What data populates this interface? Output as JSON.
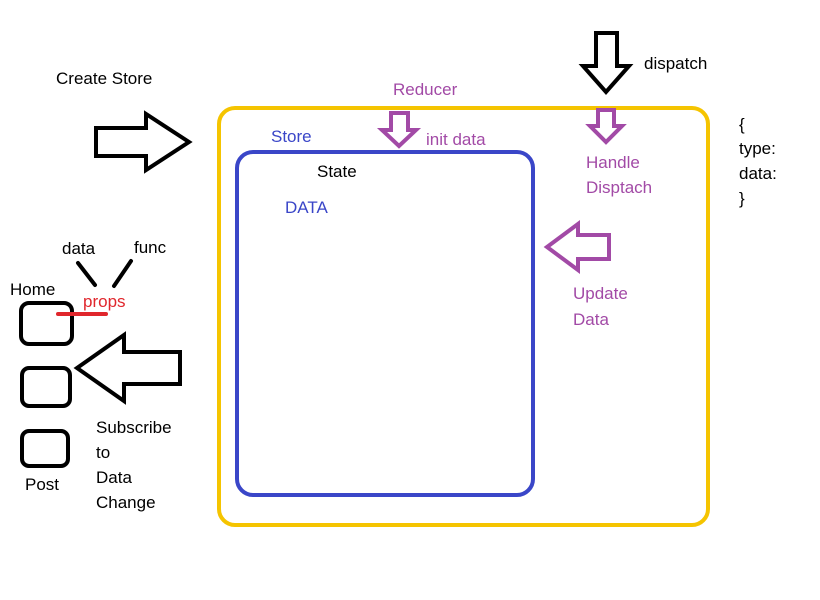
{
  "colors": {
    "store_border": "#f5c400",
    "state_border": "#3a46c8",
    "reducer": "#a24aa6",
    "props": "#e0262c",
    "ink": "#000000"
  },
  "labels": {
    "create_store": "Create Store",
    "dispatch": "dispatch",
    "reducer": "Reducer",
    "store": "Store",
    "init_data": "init data",
    "state": "State",
    "data_in_state": "DATA",
    "handle_dispatch_line1": "Handle",
    "handle_dispatch_line2": "Disptach",
    "update_data_line1": "Update",
    "update_data_line2": "Data",
    "action_open": "{",
    "action_type": "type:",
    "action_data": "data:",
    "action_close": "}",
    "data": "data",
    "func": "func",
    "home": "Home",
    "props": "props",
    "post": "Post",
    "subscribe_line1": "Subscribe",
    "subscribe_line2": "to",
    "subscribe_line3": "Data",
    "subscribe_line4": "Change"
  },
  "icons": {
    "create_store_arrow": "arrow-right-icon",
    "dispatch_arrow": "arrow-down-icon",
    "reducer_arrow": "arrow-down-icon",
    "handle_dispatch_arrow": "arrow-down-icon",
    "update_data_arrow": "arrow-left-icon",
    "subscribe_arrow": "arrow-left-icon"
  }
}
